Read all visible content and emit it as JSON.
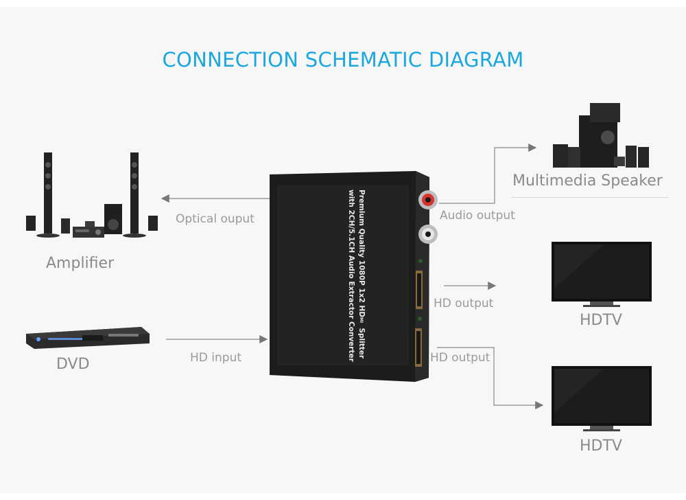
{
  "title": "CONNECTION SCHEMATIC DIAGRAM",
  "devices": {
    "amplifier": "Amplifier",
    "dvd": "DVD",
    "speaker": "Multimedia Speaker",
    "hdtv_top": "HDTV",
    "hdtv_bottom": "HDTV"
  },
  "connections": {
    "optical": "Optical ouput",
    "hd_input": "HD input",
    "audio_output": "Audio output",
    "hd_output_1": "HD output",
    "hd_output_2": "HD output"
  },
  "splitter": {
    "line1": "Premium Quality 1080P 1x2 HD",
    "line1_mark": "MI",
    "line1_end": "Splitter",
    "line2": "with 2CH/5.1CH Audio Extractor Converter"
  },
  "colors": {
    "title": "#1aa6e0",
    "label": "#9a9a9a",
    "wire": "#888888"
  }
}
